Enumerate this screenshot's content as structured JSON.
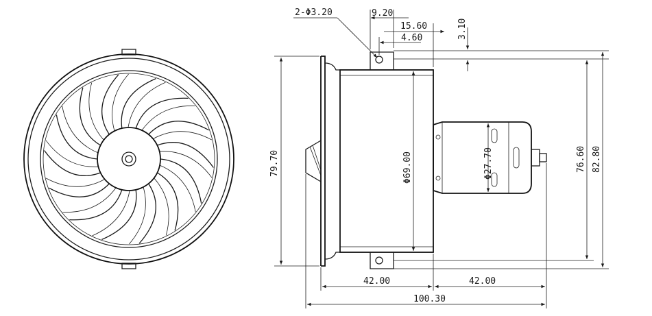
{
  "dimensions": {
    "hole_spec": "2-Φ3.20",
    "d_9_20": "9.20",
    "d_15_60": "15.60",
    "d_4_60": "4.60",
    "d_3_10": "3.10",
    "d_79_70": "79.70",
    "d_69_00": "Φ69.00",
    "d_27_70": "Φ27.70",
    "d_76_60": "76.60",
    "d_82_80": "82.80",
    "d_42_left": "42.00",
    "d_42_right": "42.00",
    "d_100_30": "100.30"
  }
}
